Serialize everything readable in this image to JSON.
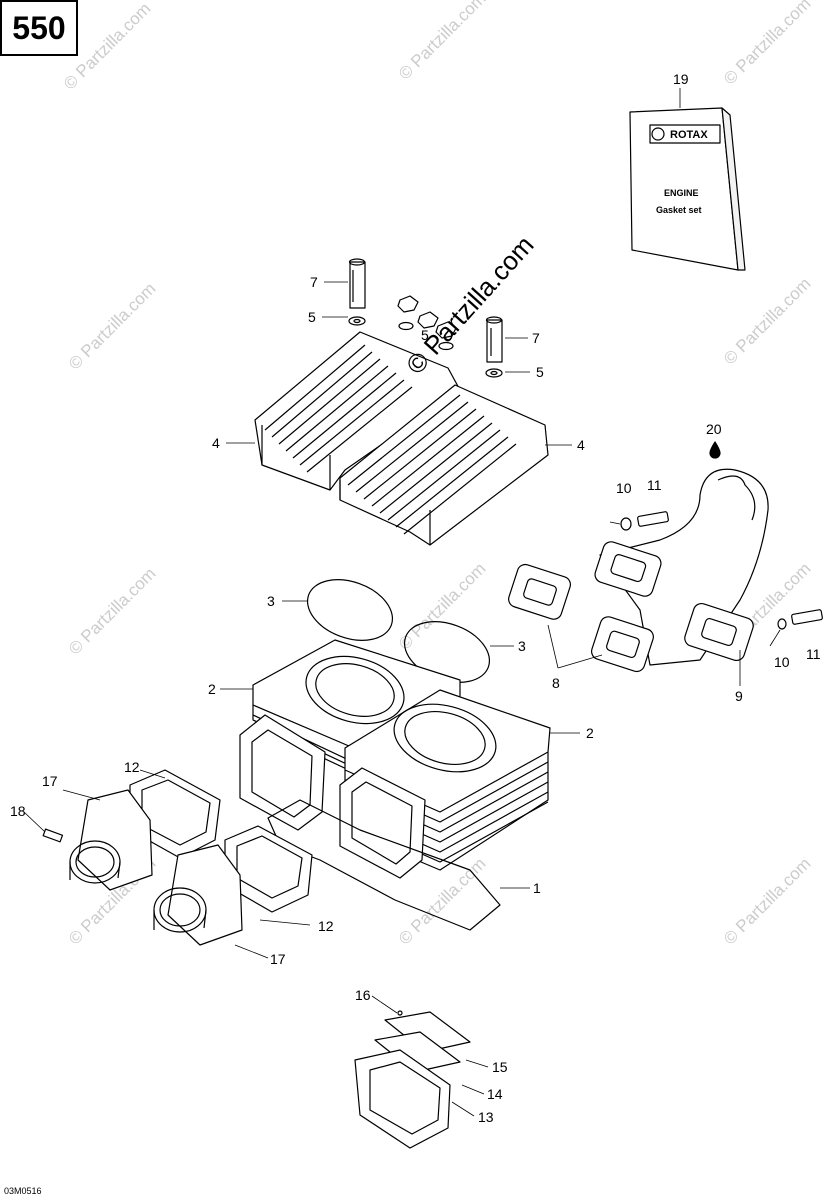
{
  "model": "550",
  "drawing_code": "03M0516",
  "watermark": "© Partzilla.com",
  "manual": {
    "brand": "ROTAX",
    "line1": "ENGINE",
    "line2": "Gasket set"
  },
  "callouts": [
    "7",
    "5",
    "5",
    "7",
    "5",
    "4",
    "4",
    "20",
    "10",
    "11",
    "3",
    "3",
    "2",
    "2",
    "8",
    "9",
    "10",
    "11",
    "17",
    "12",
    "18",
    "1",
    "12",
    "17",
    "16",
    "15",
    "14",
    "13",
    "19"
  ]
}
